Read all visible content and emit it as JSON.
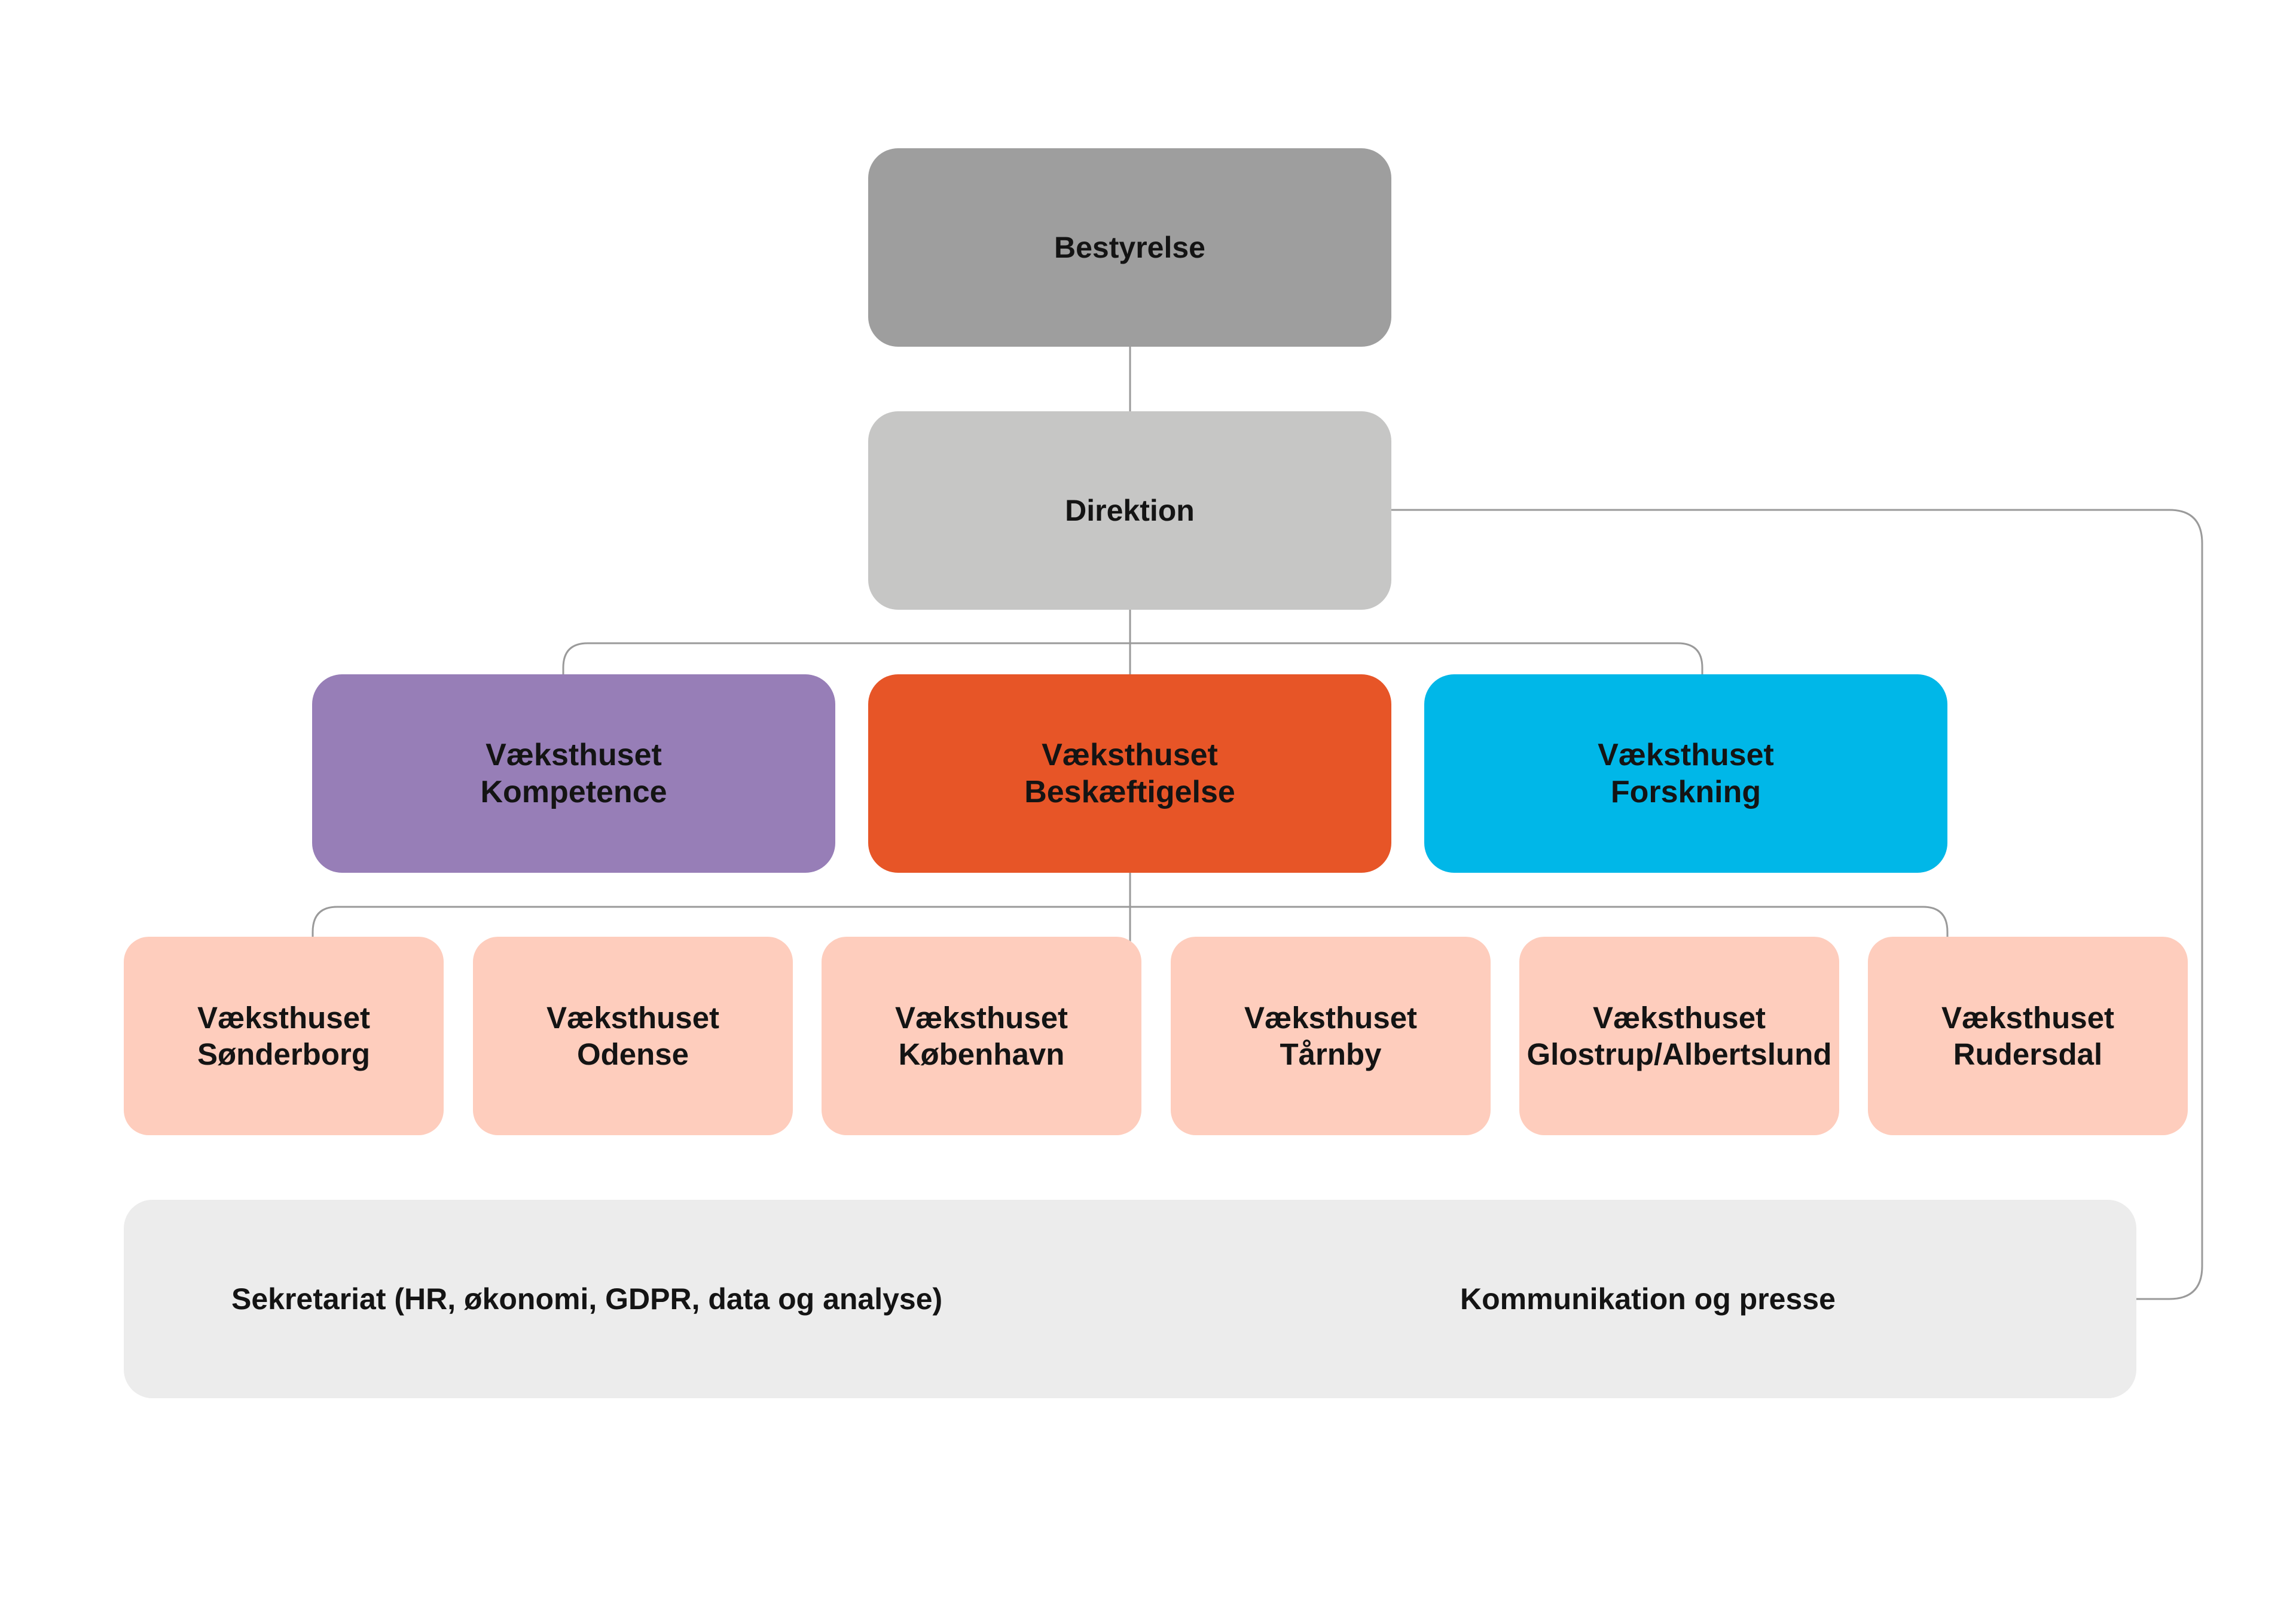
{
  "colors": {
    "board": "#9e9e9e",
    "executive": "#c6c6c5",
    "kompetence": "#977eb7",
    "beskaeftigelse": "#e75527",
    "forskning": "#00b7e8",
    "location": "#fecdbd",
    "panel": "#ececec",
    "connector": "#9a9a9a",
    "text": "#141414"
  },
  "board": {
    "label": "Bestyrelse"
  },
  "executive": {
    "label": "Direktion"
  },
  "divisions": [
    {
      "line1": "Væksthuset",
      "line2": "Kompetence"
    },
    {
      "line1": "Væksthuset",
      "line2": "Beskæftigelse"
    },
    {
      "line1": "Væksthuset",
      "line2": "Forskning"
    }
  ],
  "locations": [
    {
      "line1": "Væksthuset",
      "line2": "Sønderborg"
    },
    {
      "line1": "Væksthuset",
      "line2": "Odense"
    },
    {
      "line1": "Væksthuset",
      "line2": "København"
    },
    {
      "line1": "Væksthuset",
      "line2": "Tårnby"
    },
    {
      "line1": "Væksthuset",
      "line2": "Glostrup/Albertslund"
    },
    {
      "line1": "Væksthuset",
      "line2": "Rudersdal"
    }
  ],
  "support": {
    "secretariat": "Sekretariat (HR, økonomi, GDPR, data og analyse)",
    "communication": "Kommunikation og presse"
  }
}
